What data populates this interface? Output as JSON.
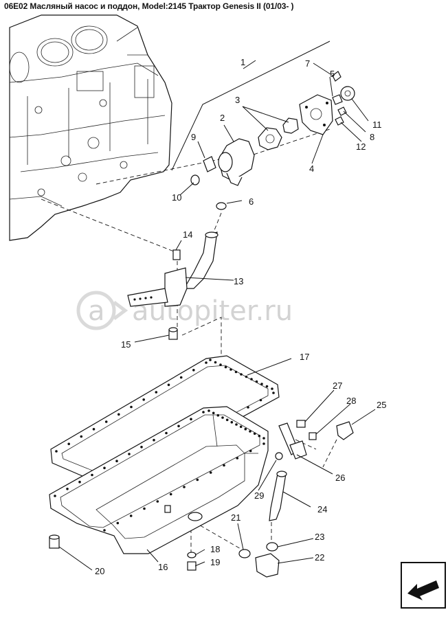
{
  "header": {
    "title": "06E02 Масляный насос и поддон, Model:2145 Трактор Genesis II (01/03- )"
  },
  "watermark": {
    "text": "autopiter.ru"
  },
  "callouts": [
    {
      "number": "1"
    },
    {
      "number": "2"
    },
    {
      "number": "3"
    },
    {
      "number": "4"
    },
    {
      "number": "5"
    },
    {
      "number": "6"
    },
    {
      "number": "7"
    },
    {
      "number": "8"
    },
    {
      "number": "9"
    },
    {
      "number": "10"
    },
    {
      "number": "11"
    },
    {
      "number": "12"
    },
    {
      "number": "13"
    },
    {
      "number": "14"
    },
    {
      "number": "15"
    },
    {
      "number": "16"
    },
    {
      "number": "17"
    },
    {
      "number": "18"
    },
    {
      "number": "19"
    },
    {
      "number": "20"
    },
    {
      "number": "21"
    },
    {
      "number": "22"
    },
    {
      "number": "23"
    },
    {
      "number": "24"
    },
    {
      "number": "25"
    },
    {
      "number": "26"
    },
    {
      "number": "27"
    },
    {
      "number": "28"
    },
    {
      "number": "29"
    }
  ],
  "navigation": {
    "icon": "arrow-back-icon"
  }
}
